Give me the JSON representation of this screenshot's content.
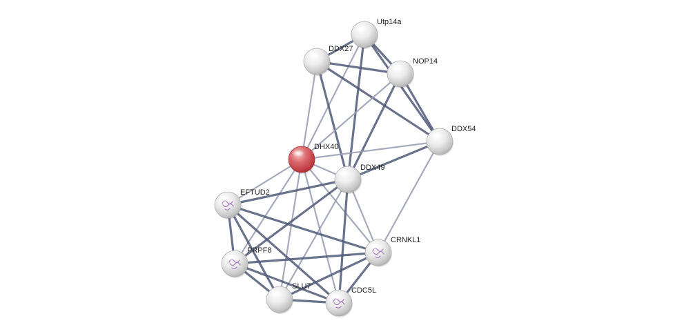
{
  "colors": {
    "focus_node": "#cf4f55",
    "node": "#e6e6e6",
    "edge_dark": "#505a78",
    "edge_light": "#9aa0b4",
    "protein_glyph": "#9b63b8"
  },
  "nodes": [
    {
      "id": "Utp14a",
      "label": "Utp14a",
      "focus": false,
      "has_structure": false
    },
    {
      "id": "DDX27",
      "label": "DDX27",
      "focus": false,
      "has_structure": false
    },
    {
      "id": "NOP14",
      "label": "NOP14",
      "focus": false,
      "has_structure": false
    },
    {
      "id": "DDX54",
      "label": "DDX54",
      "focus": false,
      "has_structure": false
    },
    {
      "id": "DHX40",
      "label": "DHX40",
      "focus": true,
      "has_structure": false
    },
    {
      "id": "DDX49",
      "label": "DDX49",
      "focus": false,
      "has_structure": false
    },
    {
      "id": "EFTUD2",
      "label": "EFTUD2",
      "focus": false,
      "has_structure": true
    },
    {
      "id": "PRPF8",
      "label": "PRPF8",
      "focus": false,
      "has_structure": true
    },
    {
      "id": "CRNKL1",
      "label": "CRNKL1",
      "focus": false,
      "has_structure": true
    },
    {
      "id": "SLU7",
      "label": "SLU7",
      "focus": false,
      "has_structure": false
    },
    {
      "id": "CDC5L",
      "label": "CDC5L",
      "focus": false,
      "has_structure": true
    }
  ],
  "edges": [
    {
      "source": "Utp14a",
      "target": "DDX27",
      "strength": "strong"
    },
    {
      "source": "Utp14a",
      "target": "NOP14",
      "strength": "strong"
    },
    {
      "source": "Utp14a",
      "target": "DDX54",
      "strength": "strong"
    },
    {
      "source": "Utp14a",
      "target": "DDX49",
      "strength": "strong"
    },
    {
      "source": "Utp14a",
      "target": "DHX40",
      "strength": "weak"
    },
    {
      "source": "DDX27",
      "target": "NOP14",
      "strength": "strong"
    },
    {
      "source": "DDX27",
      "target": "DDX54",
      "strength": "strong"
    },
    {
      "source": "DDX27",
      "target": "DDX49",
      "strength": "strong"
    },
    {
      "source": "DDX27",
      "target": "DHX40",
      "strength": "weak"
    },
    {
      "source": "NOP14",
      "target": "DDX54",
      "strength": "strong"
    },
    {
      "source": "NOP14",
      "target": "DDX49",
      "strength": "strong"
    },
    {
      "source": "NOP14",
      "target": "DHX40",
      "strength": "weak"
    },
    {
      "source": "DDX54",
      "target": "DDX49",
      "strength": "strong"
    },
    {
      "source": "DDX54",
      "target": "DHX40",
      "strength": "weak"
    },
    {
      "source": "DDX54",
      "target": "CRNKL1",
      "strength": "weak"
    },
    {
      "source": "DHX40",
      "target": "DDX49",
      "strength": "weak"
    },
    {
      "source": "DHX40",
      "target": "EFTUD2",
      "strength": "weak"
    },
    {
      "source": "DHX40",
      "target": "PRPF8",
      "strength": "weak"
    },
    {
      "source": "DHX40",
      "target": "SLU7",
      "strength": "weak"
    },
    {
      "source": "DHX40",
      "target": "CDC5L",
      "strength": "weak"
    },
    {
      "source": "DHX40",
      "target": "CRNKL1",
      "strength": "weak"
    },
    {
      "source": "DDX49",
      "target": "EFTUD2",
      "strength": "strong"
    },
    {
      "source": "DDX49",
      "target": "PRPF8",
      "strength": "strong"
    },
    {
      "source": "DDX49",
      "target": "SLU7",
      "strength": "weak"
    },
    {
      "source": "DDX49",
      "target": "CDC5L",
      "strength": "strong"
    },
    {
      "source": "DDX49",
      "target": "CRNKL1",
      "strength": "weak"
    },
    {
      "source": "EFTUD2",
      "target": "PRPF8",
      "strength": "strong"
    },
    {
      "source": "EFTUD2",
      "target": "CRNKL1",
      "strength": "strong"
    },
    {
      "source": "EFTUD2",
      "target": "SLU7",
      "strength": "strong"
    },
    {
      "source": "EFTUD2",
      "target": "CDC5L",
      "strength": "strong"
    },
    {
      "source": "PRPF8",
      "target": "CRNKL1",
      "strength": "strong"
    },
    {
      "source": "PRPF8",
      "target": "SLU7",
      "strength": "strong"
    },
    {
      "source": "PRPF8",
      "target": "CDC5L",
      "strength": "strong"
    },
    {
      "source": "CRNKL1",
      "target": "SLU7",
      "strength": "strong"
    },
    {
      "source": "CRNKL1",
      "target": "CDC5L",
      "strength": "strong"
    },
    {
      "source": "SLU7",
      "target": "CDC5L",
      "strength": "strong"
    }
  ]
}
